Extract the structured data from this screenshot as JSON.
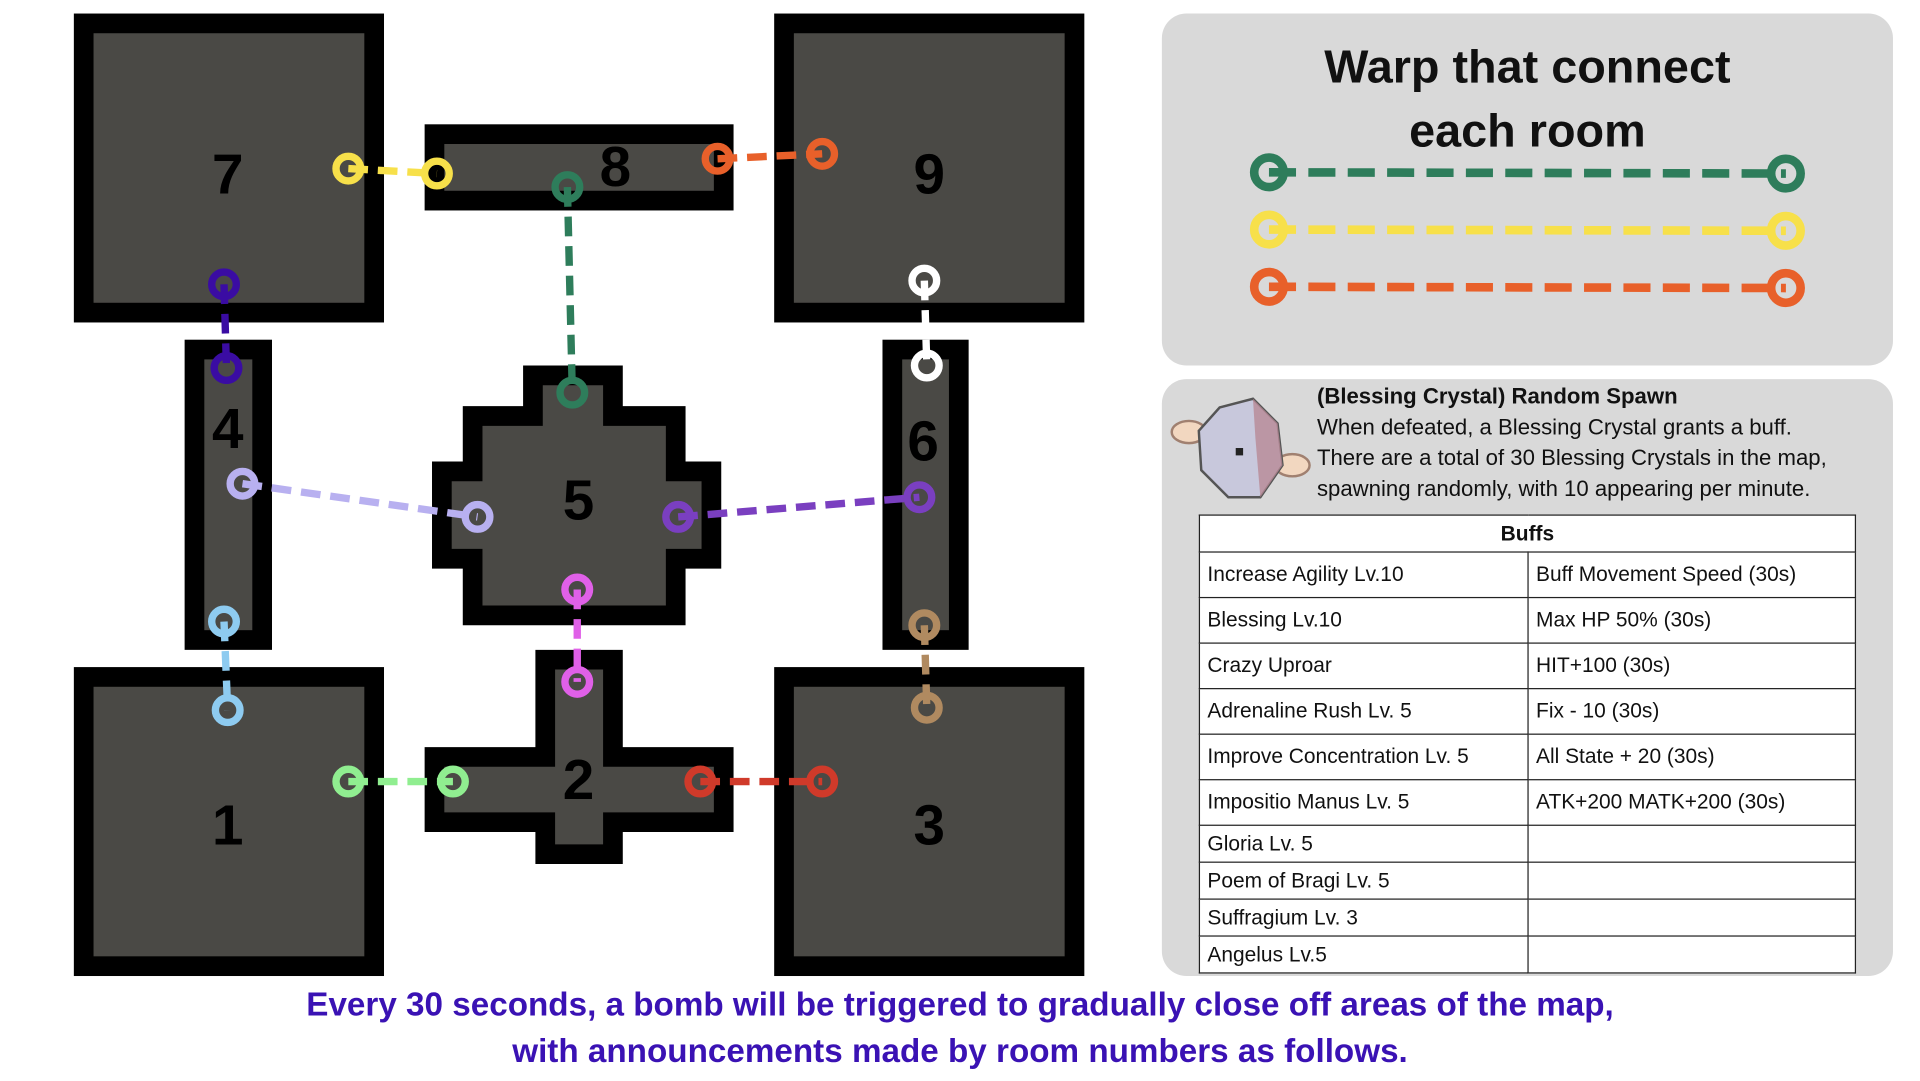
{
  "map": {
    "rooms": [
      "1",
      "2",
      "3",
      "4",
      "5",
      "6",
      "7",
      "8",
      "9"
    ],
    "warps": [
      {
        "from": "7",
        "to": "8",
        "color": "#f7e04a"
      },
      {
        "from": "8",
        "to": "9",
        "color": "#e8602a"
      },
      {
        "from": "8",
        "to": "5",
        "color": "#2e7d5b"
      },
      {
        "from": "7",
        "to": "4",
        "color": "#3a0ca3"
      },
      {
        "from": "9",
        "to": "6",
        "color": "#ffffff"
      },
      {
        "from": "4",
        "to": "5",
        "color": "#b8b0f0"
      },
      {
        "from": "5",
        "to": "6",
        "color": "#7a3fc0"
      },
      {
        "from": "4",
        "to": "1",
        "color": "#8ecbf0"
      },
      {
        "from": "5",
        "to": "2",
        "color": "#e060e8"
      },
      {
        "from": "6",
        "to": "3",
        "color": "#b08a60"
      },
      {
        "from": "1",
        "to": "2",
        "color": "#90ee90"
      },
      {
        "from": "2",
        "to": "3",
        "color": "#d03a2a"
      }
    ]
  },
  "legend": {
    "title_line1": "Warp that connect",
    "title_line2": "each room",
    "colors": [
      "#2e7d5b",
      "#f7e04a",
      "#e8602a"
    ]
  },
  "crystal": {
    "title": "(Blessing Crystal) Random Spawn",
    "desc1": " When defeated, a Blessing Crystal grants a buff.",
    "desc2": "There are a total of 30 Blessing Crystals in the map,",
    "desc3": "spawning randomly, with 10 appearing per minute.",
    "table_header": "Buffs",
    "rows": [
      [
        "Increase Agility Lv.10",
        "Buff Movement Speed (30s)"
      ],
      [
        "Blessing Lv.10",
        "Max HP 50% (30s)"
      ],
      [
        "Crazy Uproar",
        "HIT+100 (30s)"
      ],
      [
        "Adrenaline Rush Lv. 5",
        "Fix - 10 (30s)"
      ],
      [
        "Improve Concentration Lv. 5",
        "All State + 20 (30s)"
      ],
      [
        "Impositio Manus Lv. 5",
        "ATK+200 MATK+200 (30s)"
      ],
      [
        "Gloria Lv. 5",
        ""
      ],
      [
        "Poem of Bragi Lv. 5",
        ""
      ],
      [
        "Suffragium Lv. 3",
        ""
      ],
      [
        "Angelus Lv.5",
        ""
      ]
    ]
  },
  "footer": {
    "line1": "Every 30 seconds, a bomb will be triggered to gradually close off areas of the map,",
    "line2": "with announcements made by room numbers as follows."
  }
}
